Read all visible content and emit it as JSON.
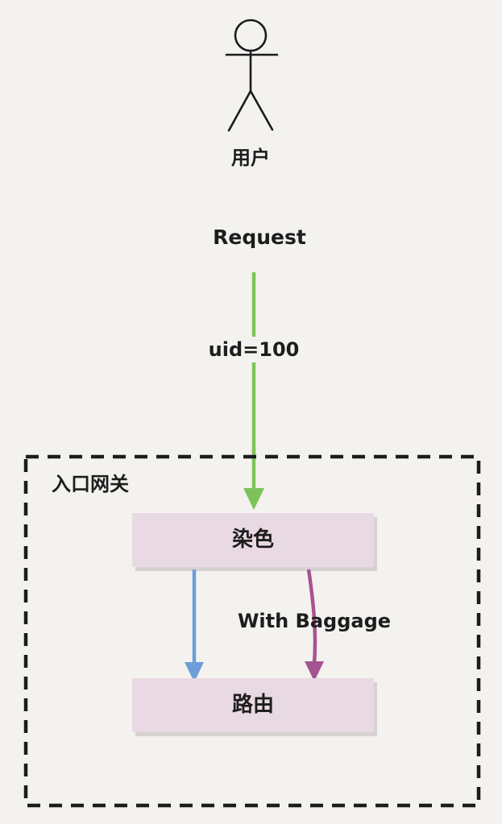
{
  "diagram": {
    "actor_label": "用户",
    "request_label": "Request",
    "uid_label": "uid=100",
    "gateway_label": "入口网关",
    "dye_node_label": "染色",
    "route_node_label": "路由",
    "baggage_label": "With Baggage"
  },
  "colors": {
    "background": "#f4f2ef",
    "line": "#1c1c1c",
    "green_arrow": "#7cc45a",
    "blue_arrow": "#6d9eda",
    "purple_arrow": "#a65490",
    "box_fill": "#e9d9e2",
    "box_border": "#333333",
    "box_shadow": "rgba(70,70,70,0.18)"
  }
}
